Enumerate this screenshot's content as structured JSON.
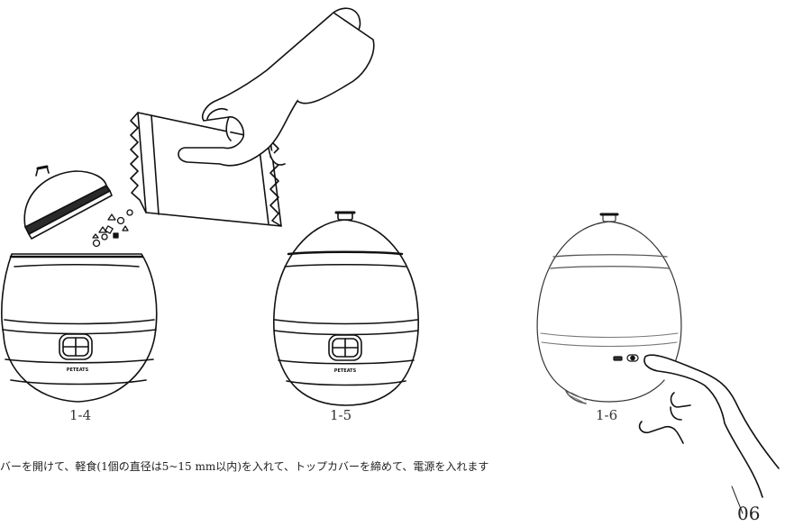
{
  "figure_labels": [
    "1-4",
    "1-5",
    "1-6"
  ],
  "device_label_text": "PETEATS",
  "caption": "バーを開けて、軽食(1個の直径は5~15 mm以内)を入れて、トップカバーを締めて、電源を入れます",
  "page_number": "06"
}
